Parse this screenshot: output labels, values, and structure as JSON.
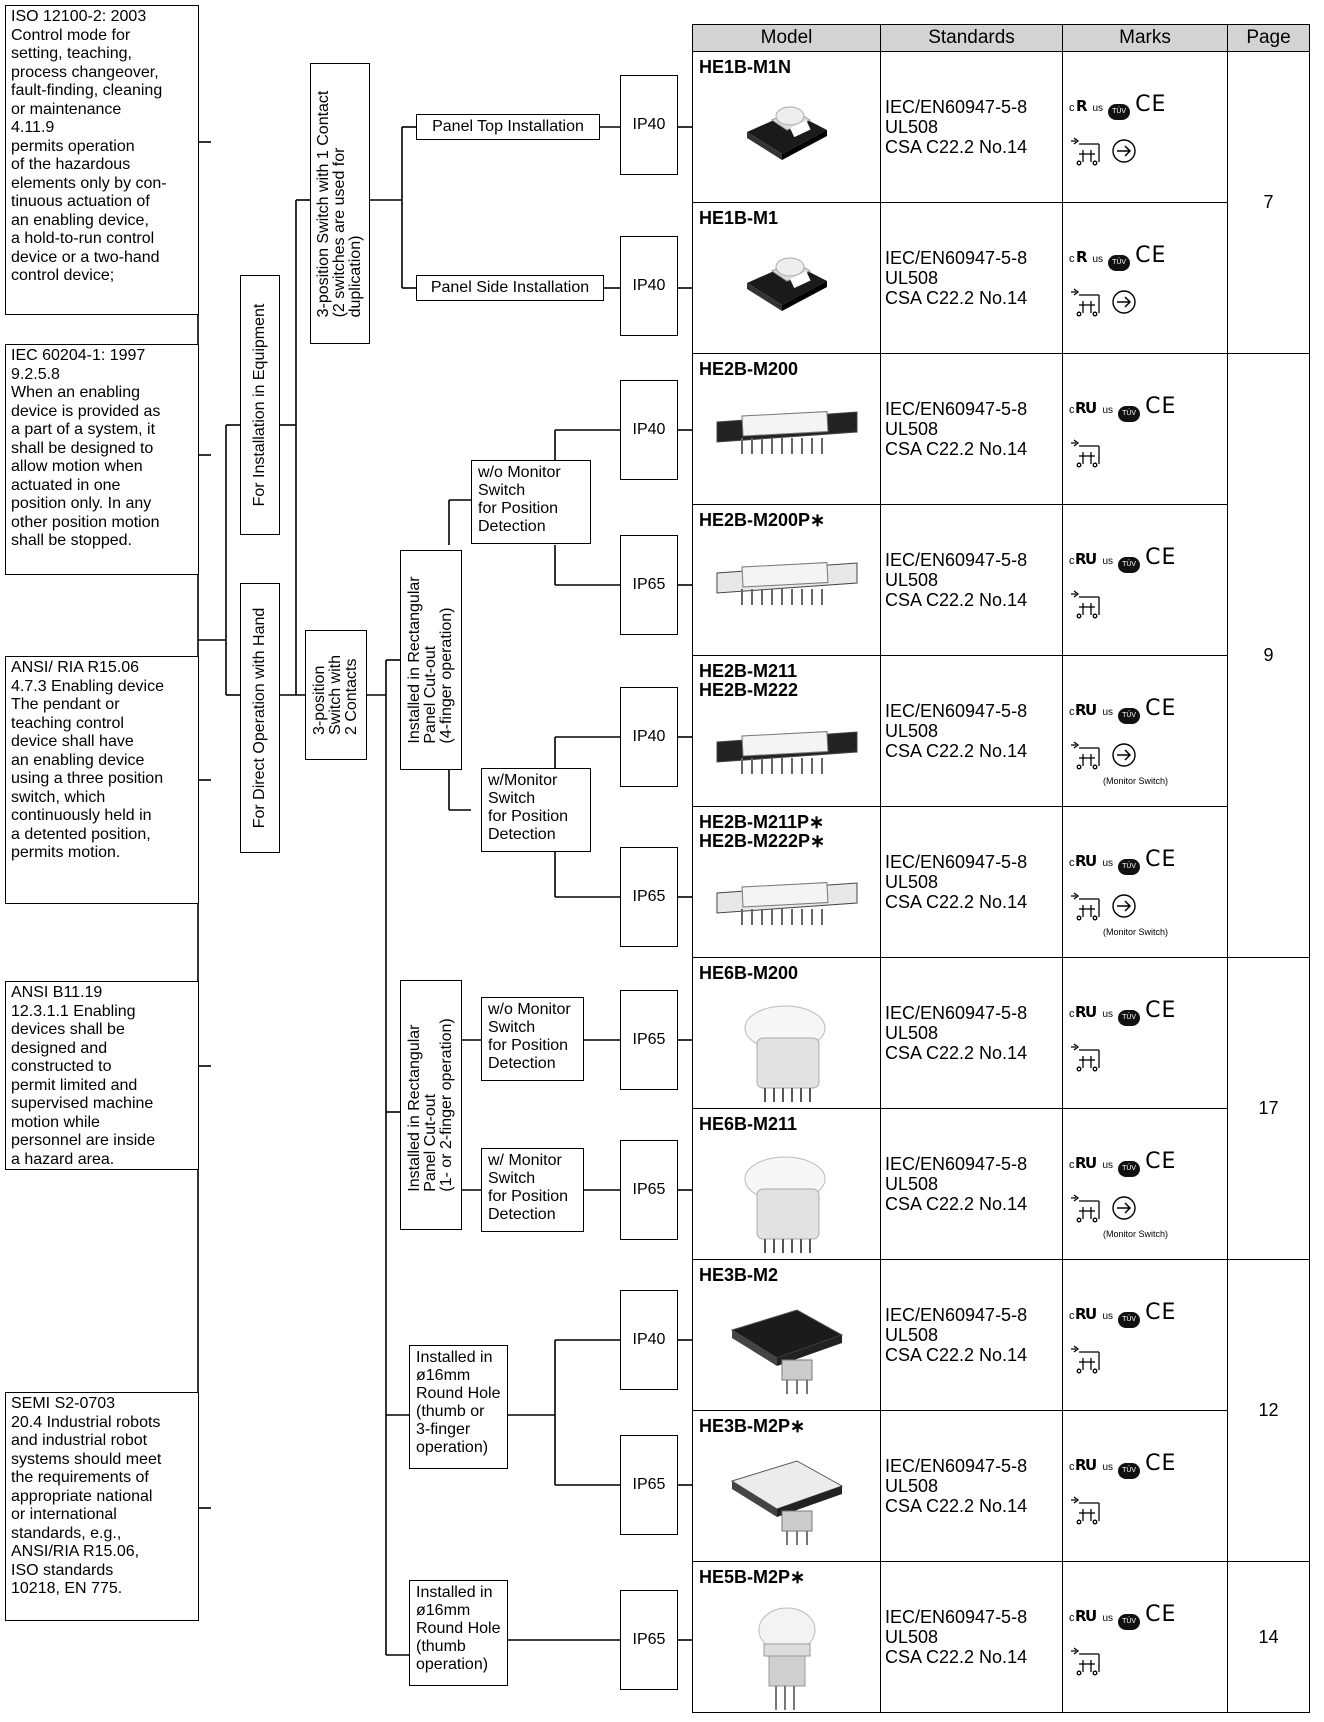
{
  "standards": [
    "ISO 12100-2: 2003\nControl mode for\nsetting, teaching,\nprocess changeover,\nfault-finding, cleaning\nor maintenance\n4.11.9\npermits operation\nof the hazardous\nelements only by con-\ntinuous actuation of\nan enabling device,\na hold-to-run control\ndevice or a two-hand\ncontrol device;",
    "IEC 60204-1: 1997\n9.2.5.8\nWhen an enabling\ndevice is provided as\na part of a system, it\nshall be designed to\nallow motion when\nactuated in one\nposition only. In any\nother position motion\nshall be stopped.",
    "ANSI/ RIA R15.06\n4.7.3 Enabling device\nThe pendant or\nteaching control\ndevice shall have\nan enabling device\nusing a three position\nswitch, which\ncontinuously held in\na detented position,\npermits motion.",
    "ANSI B11.19\n12.3.1.1 Enabling\ndevices shall be\ndesigned and\nconstructed to\npermit limited and\nsupervised machine\nmotion while\npersonnel are inside\na hazard area.",
    "SEMI S2-0703\n20.4 Industrial robots\nand industrial robot\nsystems should meet\nthe requirements of\nappropriate national\nor international\nstandards, e.g.,\nANSI/RIA R15.06,\nISO standards\n10218, EN 775."
  ],
  "tree": {
    "install_equipment": "For Installation in Equipment",
    "direct_hand": "For Direct Operation with Hand",
    "one_contact": "3-position Switch with 1 Contact\n(2 switches are used for\nduplication)",
    "two_contacts": "3-position\nSwitch with\n2 Contacts",
    "panel_top": "Panel Top Installation",
    "panel_side": "Panel Side Installation",
    "rect_4finger": "Installed in Rectangular\nPanel Cut-out\n(4-finger operation)",
    "rect_12finger": "Installed in Rectangular\nPanel Cut-out\n(1- or 2-finger operation)",
    "wo_monitor_1": "w/o Monitor\nSwitch\nfor Position\nDetection",
    "w_monitor_1": "w/Monitor\nSwitch\nfor Position\nDetection",
    "wo_monitor_2": "w/o Monitor\nSwitch\nfor Position\nDetection",
    "w_monitor_2": "w/ Monitor\nSwitch\nfor Position\nDetection",
    "round_3finger": "Installed in\nø16mm\nRound Hole\n(thumb or\n3-finger\noperation)",
    "round_thumb": "Installed in\nø16mm\nRound Hole\n(thumb\noperation)"
  },
  "ip_ratings": [
    "IP40",
    "IP40",
    "IP40",
    "IP65",
    "IP40",
    "IP65",
    "IP65",
    "IP65",
    "IP40",
    "IP65",
    "IP65"
  ],
  "table": {
    "headers": {
      "model": "Model",
      "standards": "Standards",
      "marks": "Marks",
      "page": "Page"
    },
    "rows": [
      {
        "model": "HE1B-M1N",
        "standards": "IEC/EN60947-5-8\nUL508\nCSA C22.2 No.14",
        "monitor_note": ""
      },
      {
        "model": "HE1B-M1",
        "standards": "IEC/EN60947-5-8\nUL508\nCSA C22.2 No.14",
        "monitor_note": ""
      },
      {
        "model": "HE2B-M200",
        "standards": "IEC/EN60947-5-8\nUL508\nCSA C22.2 No.14",
        "monitor_note": ""
      },
      {
        "model": "HE2B-M200P∗",
        "standards": "IEC/EN60947-5-8\nUL508\nCSA C22.2 No.14",
        "monitor_note": ""
      },
      {
        "model": "HE2B-M211\nHE2B-M222",
        "standards": "IEC/EN60947-5-8\nUL508\nCSA C22.2 No.14",
        "monitor_note": "(Monitor Switch)"
      },
      {
        "model": "HE2B-M211P∗\nHE2B-M222P∗",
        "standards": "IEC/EN60947-5-8\nUL508\nCSA C22.2 No.14",
        "monitor_note": "(Monitor Switch)"
      },
      {
        "model": "HE6B-M200",
        "standards": "IEC/EN60947-5-8\nUL508\nCSA C22.2 No.14",
        "monitor_note": ""
      },
      {
        "model": "HE6B-M211",
        "standards": "IEC/EN60947-5-8\nUL508\nCSA C22.2 No.14",
        "monitor_note": "(Monitor Switch)"
      },
      {
        "model": "HE3B-M2",
        "standards": "IEC/EN60947-5-8\nUL508\nCSA C22.2 No.14",
        "monitor_note": ""
      },
      {
        "model": "HE3B-M2P∗",
        "standards": "IEC/EN60947-5-8\nUL508\nCSA C22.2 No.14",
        "monitor_note": ""
      },
      {
        "model": "HE5B-M2P∗",
        "standards": "IEC/EN60947-5-8\nUL508\nCSA C22.2 No.14",
        "monitor_note": ""
      }
    ],
    "pages": [
      "7",
      "9",
      "17",
      "12",
      "14"
    ]
  },
  "mark_labels": {
    "c": "c",
    "us": "us",
    "tuv": "TÜV",
    "ce": "CE"
  }
}
